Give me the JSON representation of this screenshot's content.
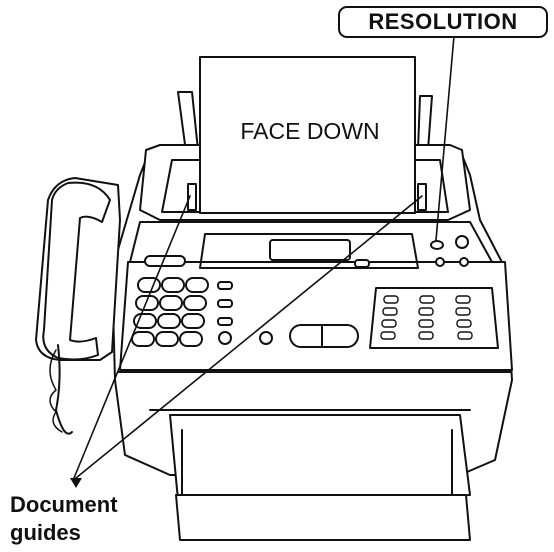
{
  "labels": {
    "resolution_button": "RESOLUTION",
    "paper": "FACE DOWN",
    "document_guides_line1": "Document",
    "document_guides_line2": "guides"
  },
  "colors": {
    "line": "#111111",
    "panel": "#ffffff"
  },
  "icons": {
    "handset": "telephone-handset-icon",
    "keypad": "dial-keypad-icon",
    "one_touch": "one-touch-dial-icon"
  }
}
